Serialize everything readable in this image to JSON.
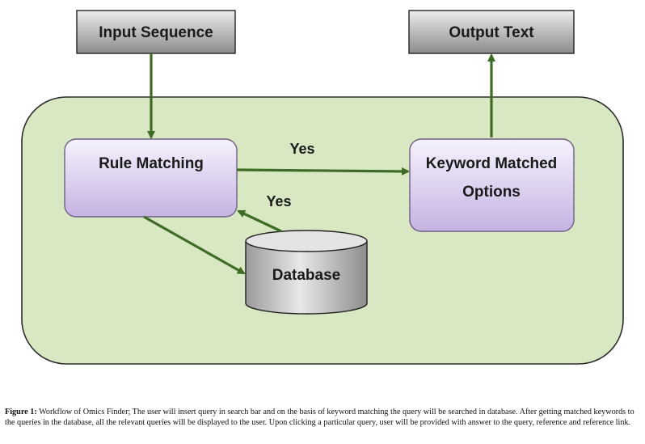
{
  "diagram": {
    "nodes": {
      "input_sequence": "Input Sequence",
      "output_text": "Output Text",
      "rule_matching": "Rule Matching",
      "keyword_matched_line1": "Keyword Matched",
      "keyword_matched_line2": "Options",
      "database": "Database"
    },
    "edge_labels": {
      "yes_top": "Yes",
      "yes_bottom": "Yes"
    },
    "colors": {
      "container_fill": "#d7e8c2",
      "container_stroke": "#2b2b2b",
      "arrow": "#3f6b26",
      "gray_box_light": "#e6e6e6",
      "gray_box_dark": "#8f8f8f",
      "purple_box_light": "#f3eefc",
      "purple_box_dark": "#c7b5e3",
      "purple_box_stroke": "#6f5f86"
    }
  },
  "caption": {
    "label": "Figure 1:",
    "text": " Workflow of Omics Finder; The user will insert query in search bar and on the basis of keyword matching the query will be searched in database. After getting matched keywords to the queries in the database, all the relevant queries will be displayed to the user. Upon clicking a particular query, user will be provided with answer to the query, reference and reference link."
  }
}
